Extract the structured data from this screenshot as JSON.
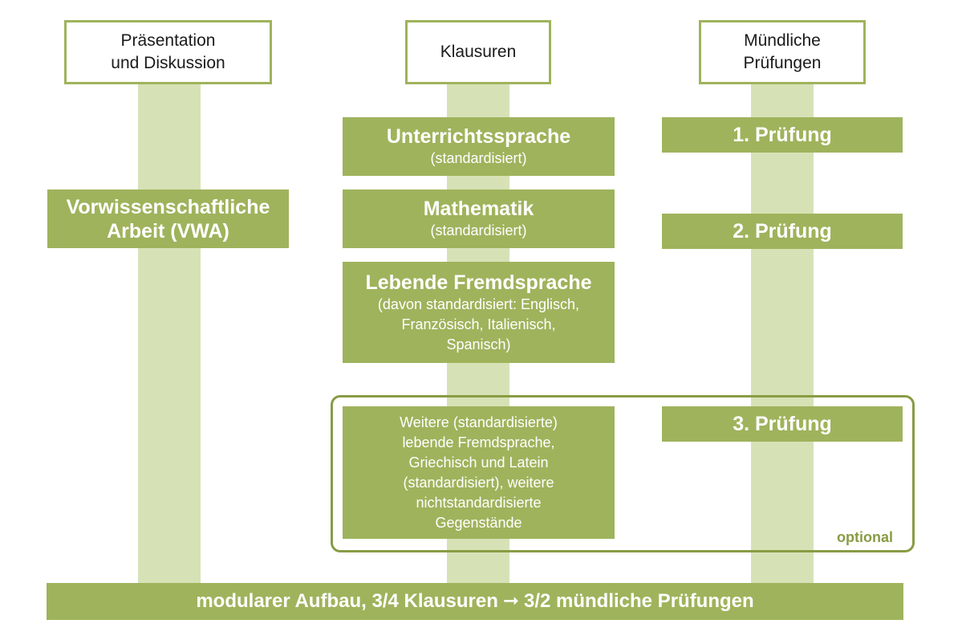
{
  "columns": {
    "praesentation": {
      "header": [
        "Präsentation",
        "und Diskussion"
      ]
    },
    "klausuren": {
      "header": [
        "Klausuren"
      ]
    },
    "muendlich": {
      "header": [
        "Mündliche",
        "Prüfungen"
      ]
    }
  },
  "vwa": {
    "title": [
      "Vorwissenschaftliche",
      "Arbeit (VWA)"
    ]
  },
  "klausur_boxes": {
    "unterrichtssprache": {
      "title": "Unterrichtssprache",
      "note": "(standardisiert)"
    },
    "mathematik": {
      "title": "Mathematik",
      "note": "(standardisiert)"
    },
    "fremdsprache": {
      "title": "Lebende Fremdsprache",
      "note": [
        "(davon standardisiert: Englisch,",
        "Französisch, Italienisch,",
        "Spanisch)"
      ]
    },
    "weitere": {
      "lines": [
        "Weitere (standardisierte)",
        "lebende Fremdsprache,",
        "Griechisch und Latein",
        "(standardisiert), weitere",
        "nichtstandardisierte",
        "Gegenstände"
      ]
    }
  },
  "pruefungen": {
    "p1": "1. Prüfung",
    "p2": "2. Prüfung",
    "p3": "3. Prüfung"
  },
  "optional_label": "optional",
  "footer": {
    "left": "modularer Aufbau, 3/4 Klausuren",
    "arrow": "➞",
    "right": "3/2 mündliche Prüfungen"
  },
  "colors": {
    "box_green": "#9fb35c",
    "pillar_green": "#d6e2b6",
    "frame_green": "#889c44"
  }
}
